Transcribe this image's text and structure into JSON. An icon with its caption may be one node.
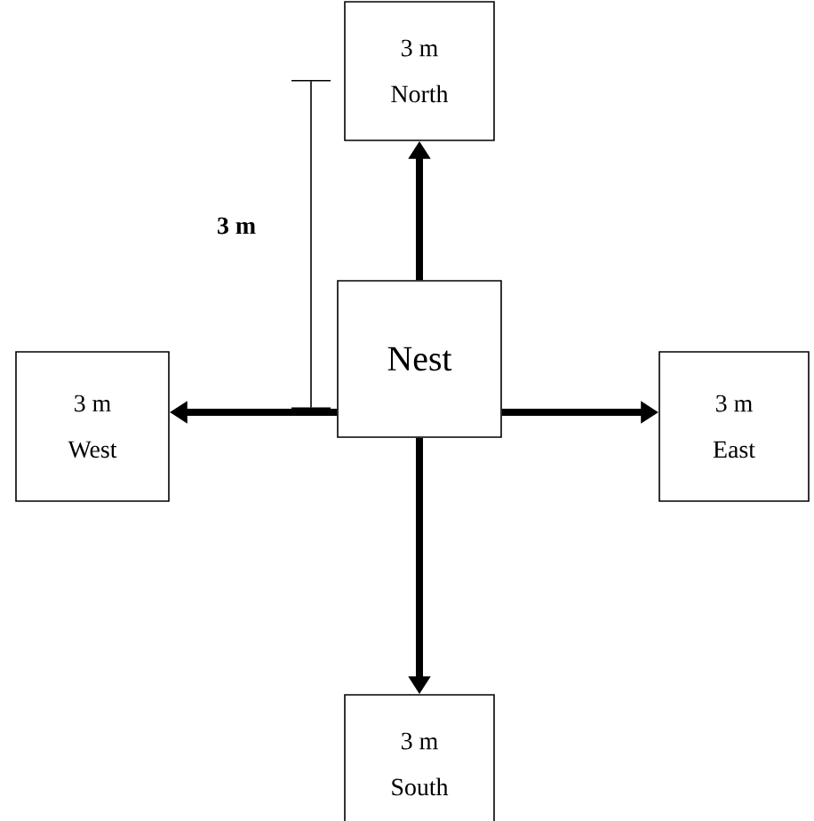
{
  "diagram": {
    "nodes": [
      {
        "text": [
          "Nest"
        ]
      },
      {
        "text": [
          "3 m",
          "North"
        ]
      },
      {
        "text": [
          "3 m",
          "West"
        ]
      },
      {
        "text": [
          "3 m",
          "East"
        ]
      },
      {
        "text": [
          "3 m",
          "South"
        ]
      }
    ],
    "edges": [
      {
        "from": 0,
        "to": 1,
        "arrow": "to"
      },
      {
        "from": 0,
        "to": 2,
        "arrow": "to"
      },
      {
        "from": 0,
        "to": 3,
        "arrow": "to"
      },
      {
        "from": 0,
        "to": 4,
        "arrow": "to"
      }
    ],
    "labels": [
      "**3 m**"
    ]
  }
}
